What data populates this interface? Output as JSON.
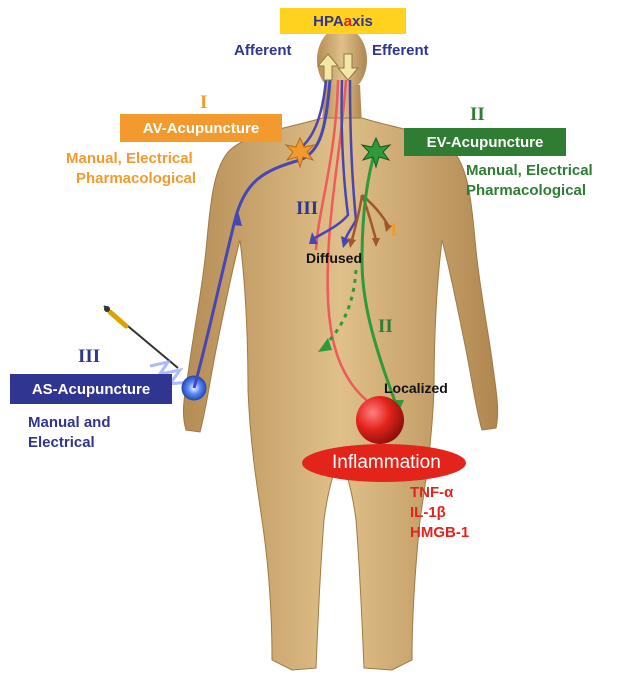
{
  "hpa": {
    "prefix": "HPA ",
    "accent": "a",
    "suffix": "xis"
  },
  "afferent": "Afferent",
  "efferent": "Efferent",
  "av": {
    "numeral": "I",
    "label": "AV-Acupuncture",
    "modes": [
      "Manual, Electrical",
      "Pharmacological"
    ]
  },
  "ev": {
    "numeral": "II",
    "label": "EV-Acupuncture",
    "modes": [
      "Manual, Electrical",
      "Pharmacological"
    ]
  },
  "as": {
    "numeral": "III",
    "label": "AS-Acupuncture",
    "modes": [
      "Manual and",
      "Electrical"
    ]
  },
  "path_labels": {
    "iii": "III",
    "i": "I",
    "ii": "II"
  },
  "diffused": "Diffused",
  "localized": "Localized",
  "inflammation": "Inflammation",
  "cytokines": [
    "TNF-α",
    "IL-1β",
    "HMGB-1"
  ],
  "colors": {
    "av": "#f39a2e",
    "ev": "#2e7d32",
    "as": "#2f3590",
    "hpa_bg": "#ffd21f",
    "inflammation": "#e3241b",
    "afferent_line": "#4646b4",
    "efferent_line": "#ef5a5a",
    "ev_line": "#2e9a3a",
    "brown_line": "#a0572a",
    "skin": "#c9a46b"
  }
}
